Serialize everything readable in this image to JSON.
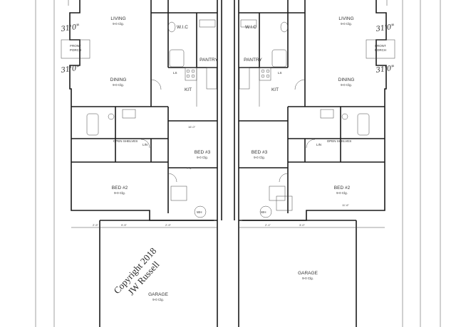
{
  "watermark": {
    "line1": "Copyright 2018",
    "line2": "JW Russell"
  },
  "rooms": {
    "living": "LIVING",
    "living_ceiling": "9-0 Clg.",
    "dining": "DINING",
    "dining_ceiling": "9-0 Clg.",
    "wic": "W.I.C",
    "pantry": "PANTRY",
    "kit": "KIT",
    "bed3": "BED #3",
    "bed3_ceiling": "9-0 Clg.",
    "bed2": "BED #2",
    "bed2_ceiling": "9-0 Clg.",
    "garage": "GARAGE",
    "garage_ceiling": "9-0 Clg.",
    "front_porch": "FRONT PORCH",
    "open_shelves": "OPEN SHELVES",
    "linen": "LIN",
    "wh": "WH",
    "ls": "LS"
  },
  "handwritten": {
    "a": "31'0\"",
    "b": "31'0\""
  },
  "dims": [
    "2'-5\"",
    "9'-5\"",
    "2'-9\"",
    "7'-1\"",
    "16'-0\"",
    "2'-1\"",
    "3'-0\"",
    "11'-6\""
  ]
}
